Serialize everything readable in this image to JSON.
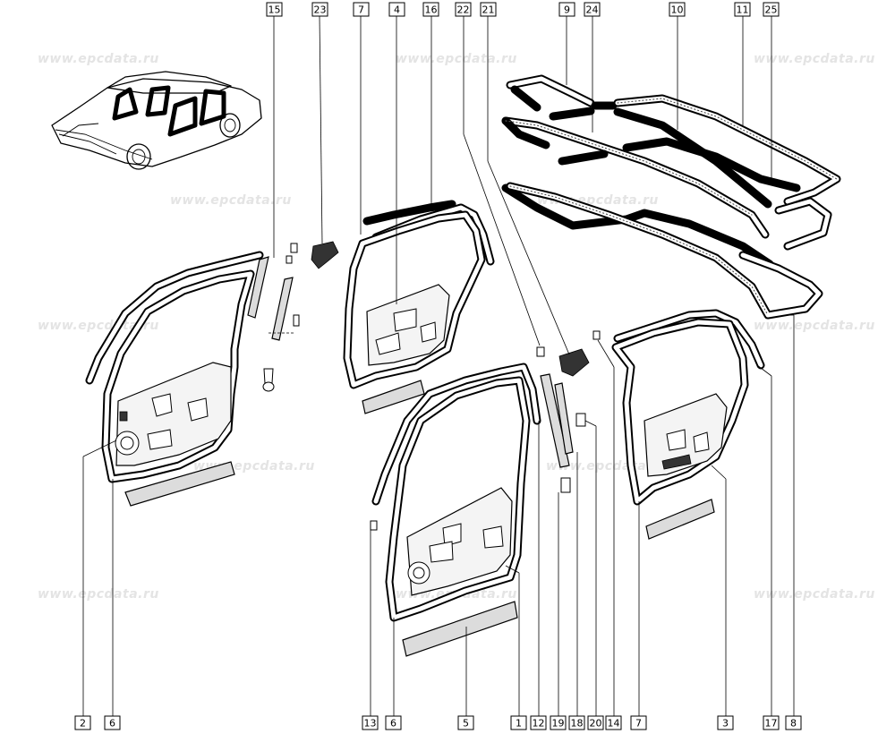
{
  "watermark": {
    "text": "www.epcdata.ru"
  },
  "callouts": {
    "top": [
      {
        "id": "c15",
        "label": "15"
      },
      {
        "id": "c23",
        "label": "23"
      },
      {
        "id": "c7t",
        "label": "7"
      },
      {
        "id": "c4",
        "label": "4"
      },
      {
        "id": "c16",
        "label": "16"
      },
      {
        "id": "c22",
        "label": "22"
      },
      {
        "id": "c21",
        "label": "21"
      },
      {
        "id": "c9",
        "label": "9"
      },
      {
        "id": "c24",
        "label": "24"
      },
      {
        "id": "c10",
        "label": "10"
      },
      {
        "id": "c11",
        "label": "11"
      },
      {
        "id": "c25",
        "label": "25"
      }
    ],
    "bottom": [
      {
        "id": "c2",
        "label": "2"
      },
      {
        "id": "c6a",
        "label": "6"
      },
      {
        "id": "c13",
        "label": "13"
      },
      {
        "id": "c6b",
        "label": "6"
      },
      {
        "id": "c5",
        "label": "5"
      },
      {
        "id": "c1",
        "label": "1"
      },
      {
        "id": "c12",
        "label": "12"
      },
      {
        "id": "c19",
        "label": "19"
      },
      {
        "id": "c18",
        "label": "18"
      },
      {
        "id": "c20",
        "label": "20"
      },
      {
        "id": "c14",
        "label": "14"
      },
      {
        "id": "c7b",
        "label": "7"
      },
      {
        "id": "c3",
        "label": "3"
      },
      {
        "id": "c17",
        "label": "17"
      },
      {
        "id": "c8",
        "label": "8"
      }
    ]
  }
}
